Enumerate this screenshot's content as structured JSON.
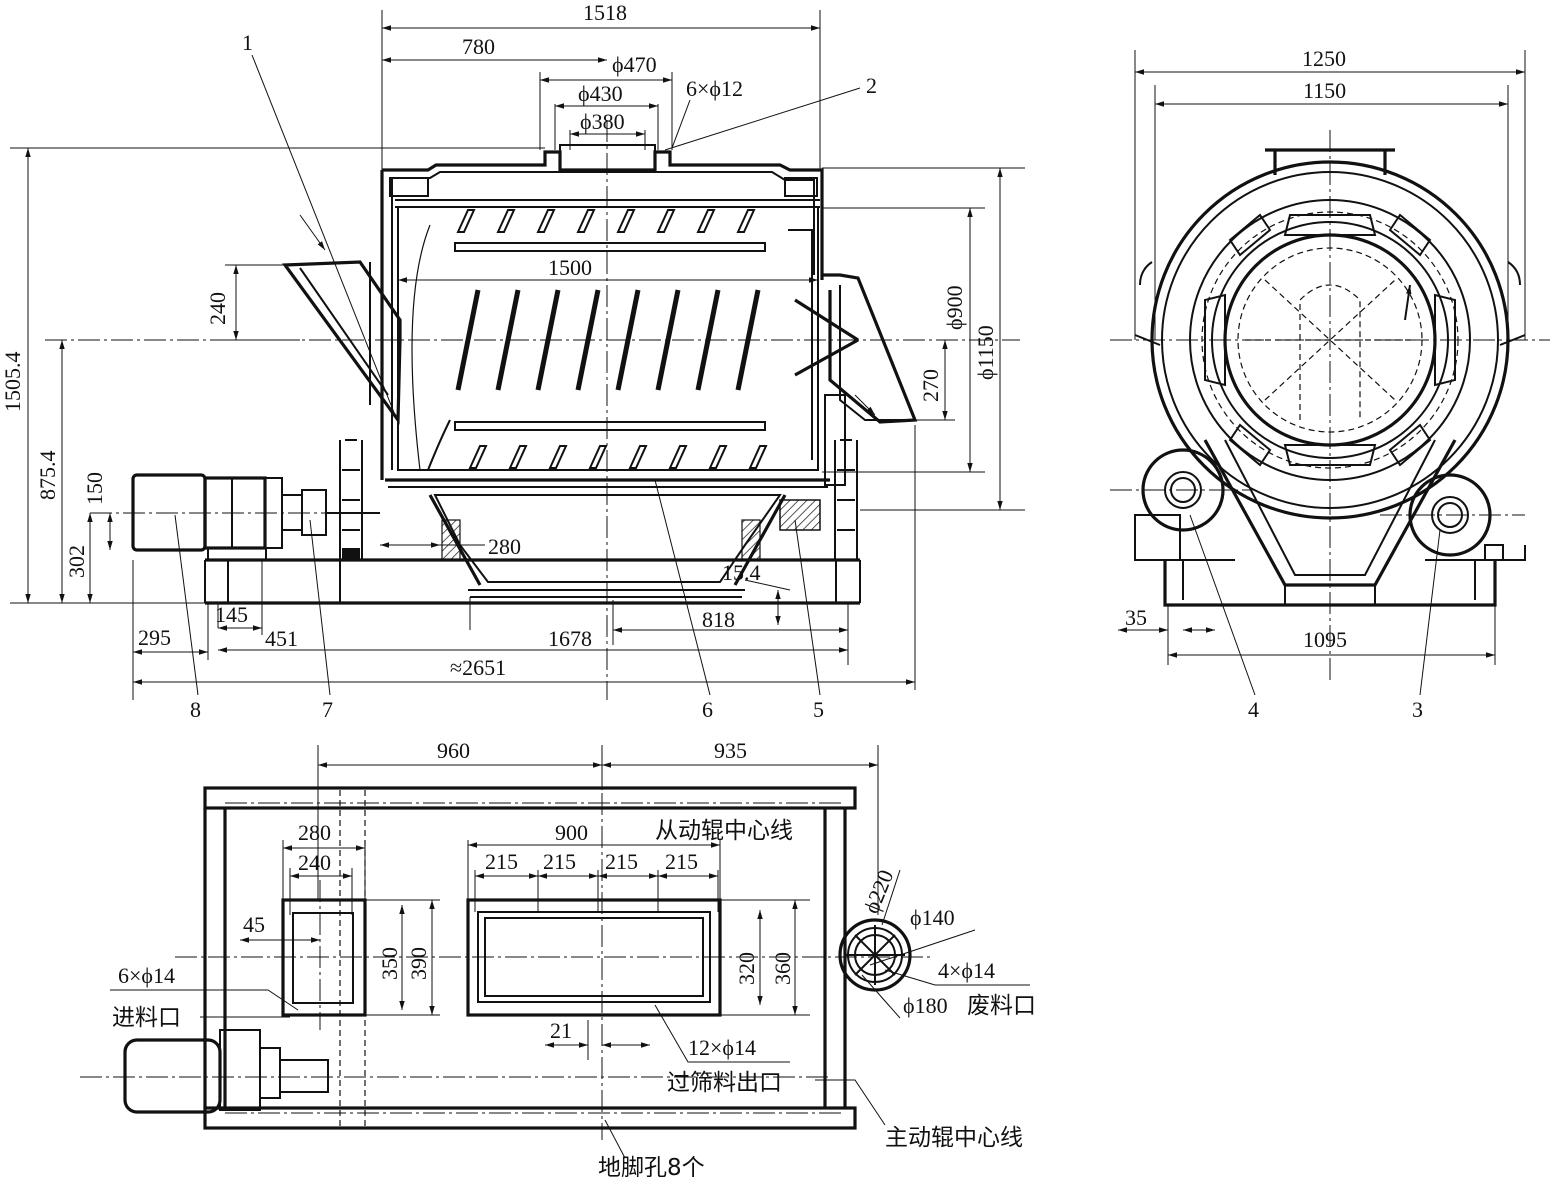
{
  "front_view": {
    "dimensions": {
      "overall_width": "1518",
      "left_to_center": "780",
      "flange_outer": "ϕ470",
      "flange_bolt_circle": "ϕ430",
      "flange_inner": "ϕ380",
      "flange_holes": "6×ϕ12",
      "drum_length": "1500",
      "inlet_offset": "240",
      "outlet_offset": "270",
      "drum_inner_dia": "ϕ900",
      "drum_outer_dia": "ϕ1150",
      "total_height": "1505.4",
      "axis_height": "875.4",
      "shaft_offset": "150",
      "motor_axis_height": "302",
      "bottom_width": "280",
      "gap": "15.4",
      "base_opening": "818",
      "base_length": "1678",
      "motor_overhang": "295",
      "motor_base": "145",
      "motor_to_frame": "451",
      "total_length": "≈2651"
    },
    "part_numbers": [
      "1",
      "2",
      "6",
      "5",
      "7",
      "8"
    ]
  },
  "side_view": {
    "dimensions": {
      "overall_width": "1250",
      "frame_width": "1150",
      "foot_offset": "35",
      "roller_spacing": "1095"
    },
    "part_numbers": [
      "4",
      "3"
    ]
  },
  "plan_view": {
    "dimensions": {
      "left_span": "960",
      "right_span": "935",
      "inlet_width_outer": "280",
      "inlet_width_inner": "240",
      "inlet_offset": "45",
      "inlet_height_inner": "350",
      "inlet_height_outer": "390",
      "outlet_length": "900",
      "bolt_pitch": [
        "215",
        "215",
        "215",
        "215"
      ],
      "outlet_height_inner": "320",
      "outlet_height_outer": "360",
      "outlet_offset": "21",
      "waste_outer": "ϕ220",
      "waste_bolt_circle": "ϕ140",
      "waste_holes": "4×ϕ14",
      "inlet_holes": "6×ϕ14",
      "outlet_holes": "12×ϕ14",
      "waste_inner": "ϕ180"
    },
    "labels": {
      "driven_roller_centerline": "从动辊中心线",
      "waste_outlet": "废料口",
      "inlet": "进料口",
      "screened_outlet": "过筛料出口",
      "driving_roller_centerline": "主动辊中心线",
      "anchor_holes": "地脚孔8个"
    }
  }
}
